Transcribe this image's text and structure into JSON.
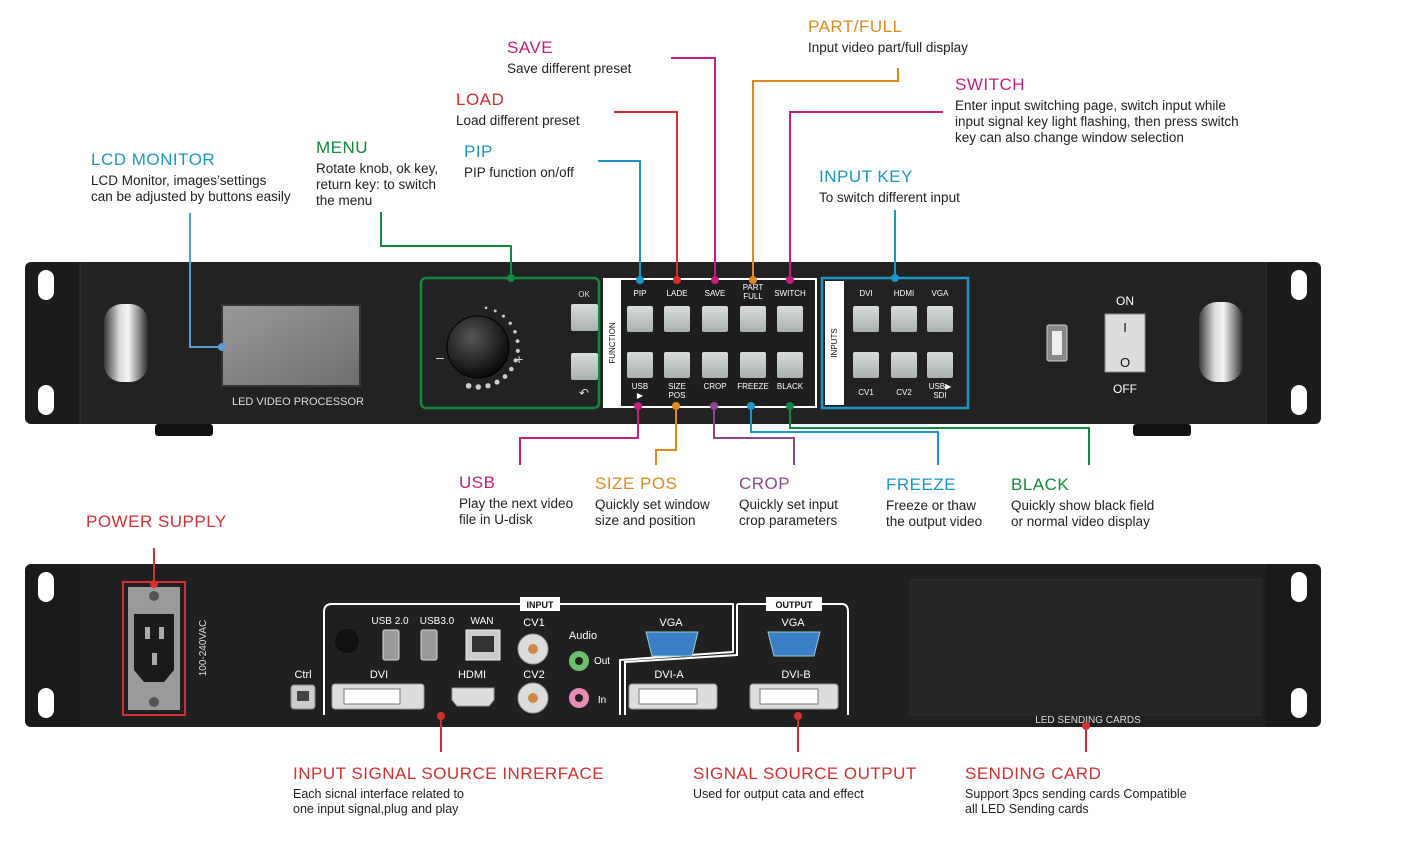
{
  "colors": {
    "blue": "#1a97c8",
    "lightblue": "#5b9bd5",
    "green": "#118a3e",
    "red": "#d62f2f",
    "magenta": "#c41e7f",
    "orange": "#e08a1e",
    "pink": "#c8307a",
    "panel": "#1e1e1e"
  },
  "front": {
    "lcd_label": "LED VIDEO PROCESSOR",
    "ok": "OK",
    "back": "↶",
    "knob_minus": "–",
    "knob_plus": "+",
    "function_label": "FUNCTION",
    "inputs_label": "INPUTS",
    "fn_top": [
      "PIP",
      "LADE",
      "SAVE",
      "PART\nFULL",
      "SWITCH"
    ],
    "fn_bottom": [
      "USB\n▶",
      "SIZE\nPOS",
      "CROP",
      "FREEZE",
      "BLACK"
    ],
    "in_top": [
      "DVI",
      "HDMI",
      "VGA"
    ],
    "in_bottom": [
      "CV1",
      "CV2",
      "USB▶\nSDI"
    ],
    "on": "ON",
    "off": "OFF",
    "switch_on": "I",
    "switch_off": "O"
  },
  "rear": {
    "voltage": "100-240VAC",
    "ctrl": "Ctrl",
    "input_label": "INPUT",
    "output_label": "OUTPUT",
    "usb20": "USB 2.0",
    "usb30": "USB3.0",
    "wan": "WAN",
    "cv1": "CV1",
    "cv2": "CV2",
    "audio": "Audio",
    "out": "Out",
    "in": "In",
    "dvi": "DVI",
    "hdmi": "HDMI",
    "vga_in": "VGA",
    "vga_out": "VGA",
    "dvi_a": "DVI-A",
    "dvi_b": "DVI-B",
    "sending_cards": "LED SENDING CARDS"
  },
  "callouts": {
    "lcd": {
      "title": "LCD MONITOR",
      "desc": "LCD Monitor, images’settings\ncan be adjusted by buttons easily"
    },
    "menu": {
      "title": "MENU",
      "desc": "Rotate knob, ok key,\nreturn key: to switch\nthe menu"
    },
    "pip": {
      "title": "PIP",
      "desc": "PIP function on/off"
    },
    "load": {
      "title": "LOAD",
      "desc": "Load different preset"
    },
    "save": {
      "title": "SAVE",
      "desc": "Save different preset"
    },
    "partfull": {
      "title": "PART/FULL",
      "desc": "Input video part/full display"
    },
    "switch": {
      "title": "SWITCH",
      "desc": "Enter input switching page,   switch input while\ninput signal key light flashing, then press switch\nkey can also change window selection"
    },
    "inputkey": {
      "title": "INPUT KEY",
      "desc": "To switch different input"
    },
    "usb": {
      "title": "USB",
      "desc": "Play the next video\nfile in U-disk"
    },
    "sizepos": {
      "title": "SIZE POS",
      "desc": "Quickly set window\nsize and position"
    },
    "crop": {
      "title": "CROP",
      "desc": "Quickly set input\ncrop parameters"
    },
    "freeze": {
      "title": "FREEZE",
      "desc": "Freeze or thaw\nthe output video"
    },
    "black": {
      "title": "BLACK",
      "desc": "Quickly show black field\nor normal video display"
    },
    "power": {
      "title": "POWER SUPPLY",
      "desc": ""
    },
    "inputsrc": {
      "title": "INPUT SIGNAL SOURCE INRERFACE",
      "desc": "Each sicnal interface related to\none input signal,plug and play"
    },
    "outputsrc": {
      "title": "SIGNAL SOURCE OUTPUT",
      "desc": "Used for output cata and effect"
    },
    "sending": {
      "title": "SENDING CARD",
      "desc": "Support 3pcs sending cards Compatible\nall LED Sending cards"
    }
  }
}
